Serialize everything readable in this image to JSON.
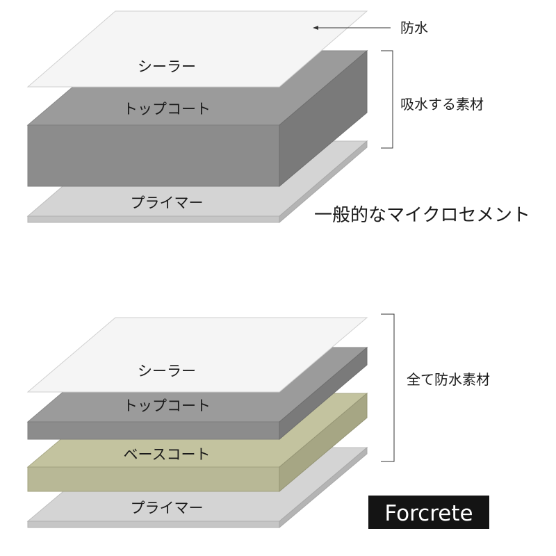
{
  "colors": {
    "sealer_top": "#f5f5f5",
    "sealer_edge": "#cfcfcf",
    "topcoat_top": "#9b9b9b",
    "topcoat_front": "#8c8c8c",
    "topcoat_side": "#7a7a7a",
    "basecoat_top": "#c3c39f",
    "basecoat_front": "#b8b896",
    "basecoat_side": "#a6a684",
    "primer_top": "#d4d4d4",
    "primer_front": "#c6c6c6",
    "primer_side": "#b4b4b4",
    "text": "#1a1a1a",
    "brand_bg": "#141414",
    "brand_text": "#ffffff"
  },
  "upper": {
    "sealer_label": "シーラー",
    "topcoat_label": "トップコート",
    "primer_label": "プライマー",
    "waterproof_label": "防水",
    "absorbent_label": "吸水する素材",
    "caption": "一般的なマイクロセメント"
  },
  "lower": {
    "sealer_label": "シーラー",
    "topcoat_label": "トップコート",
    "basecoat_label": "ベースコート",
    "primer_label": "プライマー",
    "all_waterproof_label": "全て防水素材"
  },
  "brand": "Forcrete"
}
